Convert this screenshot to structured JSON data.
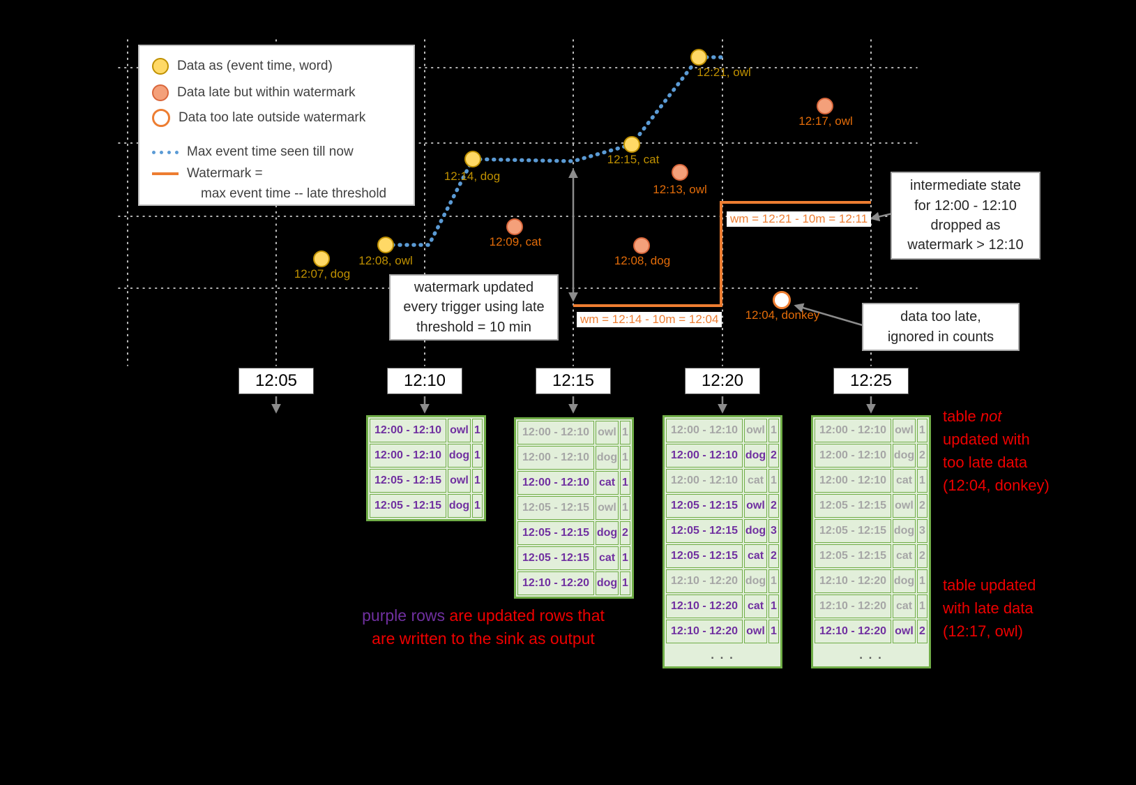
{
  "legend": {
    "items": [
      {
        "label": "Data as (event time, word)"
      },
      {
        "label": "Data late but within watermark"
      },
      {
        "label": "Data too late outside watermark"
      },
      {
        "label": "Max event time seen till now"
      },
      {
        "label": "Watermark =",
        "label2": "max event time -- late threshold"
      }
    ]
  },
  "points": [
    {
      "label": "12:07, dog",
      "type": "on-time"
    },
    {
      "label": "12:08, owl",
      "type": "on-time"
    },
    {
      "label": "12:14, dog",
      "type": "on-time"
    },
    {
      "label": "12:15, cat",
      "type": "on-time"
    },
    {
      "label": "12:21, owl",
      "type": "on-time"
    },
    {
      "label": "12:09, cat",
      "type": "late"
    },
    {
      "label": "12:13, owl",
      "type": "late"
    },
    {
      "label": "12:08, dog",
      "type": "late"
    },
    {
      "label": "12:17, owl",
      "type": "late"
    },
    {
      "label": "12:04, donkey",
      "type": "too-late"
    }
  ],
  "watermark_labels": {
    "wm1": "wm = 12:14 - 10m = 12:04",
    "wm2": "wm = 12:21 - 10m = 12:11"
  },
  "callouts": {
    "watermark_update": {
      "lines": [
        "watermark updated",
        "every trigger using late",
        "threshold = 10 min"
      ]
    },
    "intermediate_state": {
      "lines": [
        "intermediate state",
        "for 12:00 - 12:10",
        "dropped as",
        "watermark > 12:10"
      ]
    },
    "too_late": {
      "lines": [
        "data too late,",
        "ignored in counts"
      ]
    }
  },
  "triggers": [
    "12:05",
    "12:10",
    "12:15",
    "12:20",
    "12:25"
  ],
  "tables_ellipsis": ". . .",
  "tables": [
    {
      "trigger": "12:10",
      "ellipsis": false,
      "rows": [
        {
          "window": "12:00 - 12:10",
          "word": "owl",
          "count": "1",
          "updated": true
        },
        {
          "window": "12:00 - 12:10",
          "word": "dog",
          "count": "1",
          "updated": true
        },
        {
          "window": "12:05 - 12:15",
          "word": "owl",
          "count": "1",
          "updated": true
        },
        {
          "window": "12:05 - 12:15",
          "word": "dog",
          "count": "1",
          "updated": true
        }
      ]
    },
    {
      "trigger": "12:15",
      "ellipsis": false,
      "rows": [
        {
          "window": "12:00 - 12:10",
          "word": "owl",
          "count": "1",
          "updated": false
        },
        {
          "window": "12:00 - 12:10",
          "word": "dog",
          "count": "1",
          "updated": false
        },
        {
          "window": "12:00 - 12:10",
          "word": "cat",
          "count": "1",
          "updated": true
        },
        {
          "window": "12:05 - 12:15",
          "word": "owl",
          "count": "1",
          "updated": false
        },
        {
          "window": "12:05 - 12:15",
          "word": "dog",
          "count": "2",
          "updated": true
        },
        {
          "window": "12:05 - 12:15",
          "word": "cat",
          "count": "1",
          "updated": true
        },
        {
          "window": "12:10 - 12:20",
          "word": "dog",
          "count": "1",
          "updated": true
        }
      ]
    },
    {
      "trigger": "12:20",
      "ellipsis": true,
      "rows": [
        {
          "window": "12:00 - 12:10",
          "word": "owl",
          "count": "1",
          "updated": false
        },
        {
          "window": "12:00 - 12:10",
          "word": "dog",
          "count": "2",
          "updated": true
        },
        {
          "window": "12:00 - 12:10",
          "word": "cat",
          "count": "1",
          "updated": false
        },
        {
          "window": "12:05 - 12:15",
          "word": "owl",
          "count": "2",
          "updated": true
        },
        {
          "window": "12:05 - 12:15",
          "word": "dog",
          "count": "3",
          "updated": true
        },
        {
          "window": "12:05 - 12:15",
          "word": "cat",
          "count": "2",
          "updated": true
        },
        {
          "window": "12:10 - 12:20",
          "word": "dog",
          "count": "1",
          "updated": false
        },
        {
          "window": "12:10 - 12:20",
          "word": "cat",
          "count": "1",
          "updated": true
        },
        {
          "window": "12:10 - 12:20",
          "word": "owl",
          "count": "1",
          "updated": true
        }
      ]
    },
    {
      "trigger": "12:25",
      "ellipsis": true,
      "rows": [
        {
          "window": "12:00 - 12:10",
          "word": "owl",
          "count": "1",
          "updated": false
        },
        {
          "window": "12:00 - 12:10",
          "word": "dog",
          "count": "2",
          "updated": false
        },
        {
          "window": "12:00 - 12:10",
          "word": "cat",
          "count": "1",
          "updated": false
        },
        {
          "window": "12:05 - 12:15",
          "word": "owl",
          "count": "2",
          "updated": false
        },
        {
          "window": "12:05 - 12:15",
          "word": "dog",
          "count": "3",
          "updated": false
        },
        {
          "window": "12:05 - 12:15",
          "word": "cat",
          "count": "2",
          "updated": false
        },
        {
          "window": "12:10 - 12:20",
          "word": "dog",
          "count": "1",
          "updated": false
        },
        {
          "window": "12:10 - 12:20",
          "word": "cat",
          "count": "1",
          "updated": false
        },
        {
          "window": "12:10 - 12:20",
          "word": "owl",
          "count": "2",
          "updated": true
        }
      ]
    }
  ],
  "annotations": {
    "purple_note": {
      "lead": "purple rows",
      "line1_rest": " are updated rows that",
      "line2": "are written to the sink as output"
    },
    "not_updated_note": {
      "line1_pre": "table ",
      "line1_em": "not",
      "line2": "updated with",
      "line3": "too late data",
      "line4": "(12:04, donkey)"
    },
    "updated_note": {
      "line1": "table updated",
      "line2": "with late data",
      "line3": "(12:17, owl)"
    }
  },
  "colors": {
    "on_time_fill": "#FFD966",
    "on_time_stroke": "#BF9000",
    "late_fill": "#F4A07A",
    "late_stroke": "#D9663B",
    "too_late_stroke": "#ED7D31",
    "max_event_line": "#5B9BD5",
    "watermark_line": "#ED7D31",
    "updated_row_text": "#7030A0",
    "old_row_text": "#A6A6A6",
    "table_green": "#70AD47",
    "note_red": "#EE0000"
  }
}
